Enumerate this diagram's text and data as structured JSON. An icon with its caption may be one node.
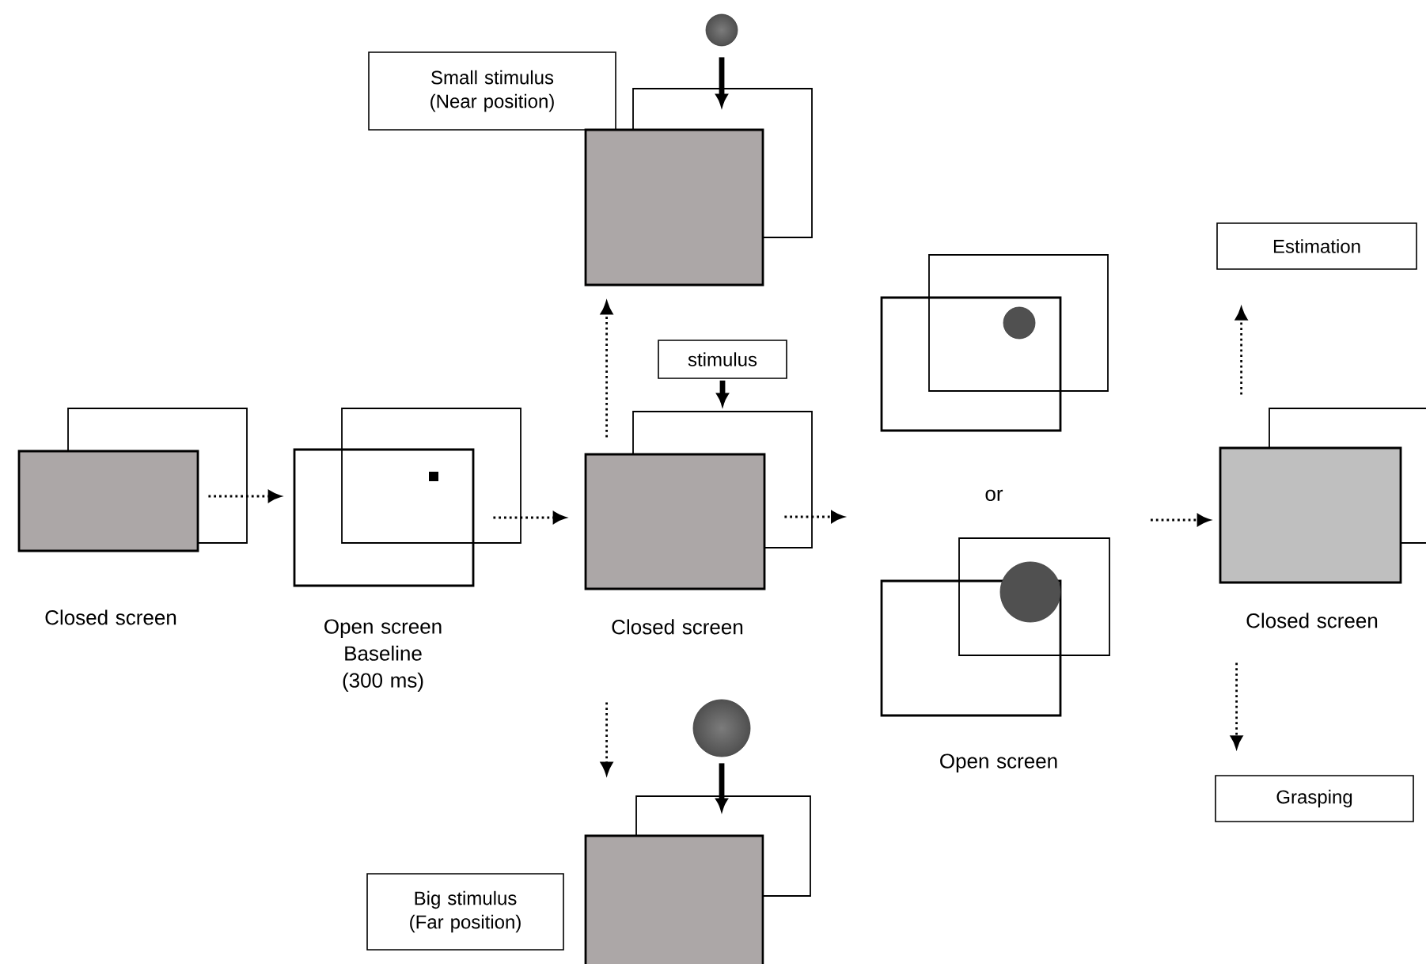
{
  "diagram": {
    "nodes": [
      {
        "text": [
          "Small stimulus (Near position)"
        ]
      },
      {
        "text": [],
        "shape": "circle"
      },
      {
        "text": [],
        "shape": "box"
      },
      {
        "text": [
          "Estimation"
        ]
      },
      {
        "text": [
          "stimulus"
        ]
      },
      {
        "text": [],
        "shape": "box",
        "beside": [
          "Closed screen"
        ]
      },
      {
        "text": [],
        "shape": "box",
        "beside": [
          "Open screen Baseline (300 ms)"
        ]
      },
      {
        "text": [],
        "shape": "box",
        "beside": [
          "Closed screen"
        ]
      },
      {
        "text": [],
        "shape": "box"
      },
      {
        "text": [],
        "shape": "box",
        "beside": [
          "Open screen"
        ]
      },
      {
        "text": [],
        "shape": "box",
        "beside": [
          "Closed screen"
        ]
      },
      {
        "text": [],
        "shape": "circle"
      },
      {
        "text": [],
        "shape": "box"
      },
      {
        "text": [
          "Big stimulus (Far position)"
        ]
      },
      {
        "text": [
          "Grasping"
        ]
      }
    ],
    "edges": [
      {
        "from": 5,
        "to": 6,
        "arrow": "to",
        "style": "dashed"
      },
      {
        "from": 6,
        "to": 7,
        "arrow": "to",
        "style": "dashed"
      },
      {
        "from": 7,
        "to": 2,
        "arrow": "to",
        "style": "dashed"
      },
      {
        "from": 7,
        "to": 12,
        "arrow": "to",
        "style": "dashed"
      },
      {
        "from": 4,
        "to": 7,
        "arrow": "to",
        "style": "thick"
      },
      {
        "from": 1,
        "to": 2,
        "arrow": "to",
        "style": "thick"
      },
      {
        "from": 11,
        "to": 12,
        "arrow": "to",
        "style": "thick"
      },
      {
        "from": 7,
        "to": null,
        "arrow": "to",
        "style": "dashed"
      },
      {
        "from": null,
        "to": 10,
        "arrow": "to",
        "style": "dashed"
      },
      {
        "from": 10,
        "to": 3,
        "arrow": "to",
        "style": "dashed"
      },
      {
        "from": 10,
        "to": 14,
        "arrow": "to",
        "style": "dashed"
      }
    ],
    "labels": [
      "or"
    ]
  }
}
